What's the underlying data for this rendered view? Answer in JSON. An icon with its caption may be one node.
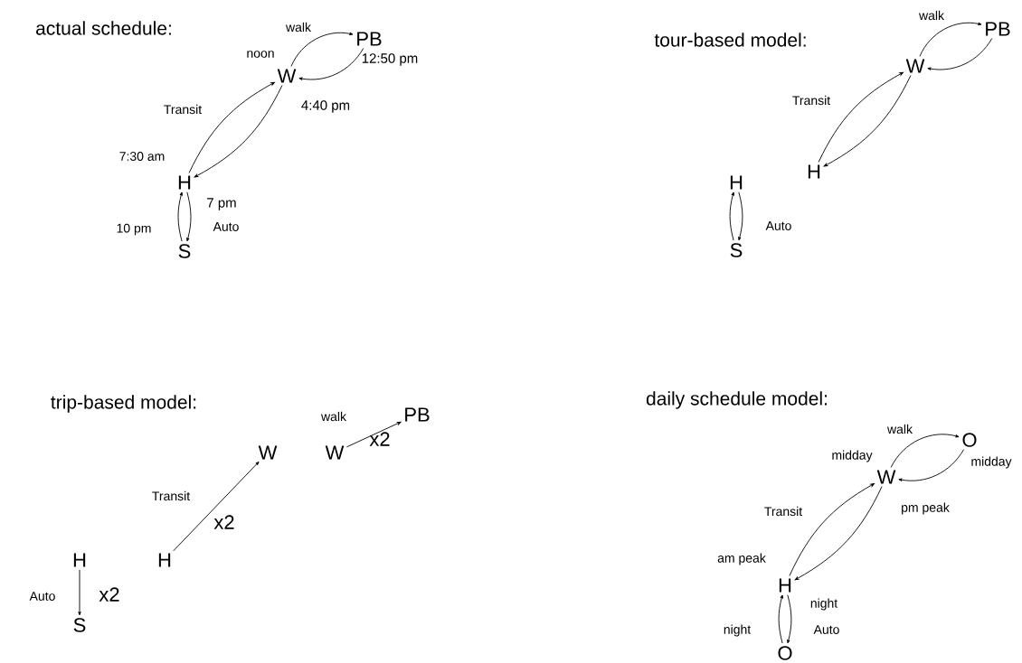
{
  "diagram": {
    "nodes": [
      {
        "text": [
          "PB"
        ]
      },
      {
        "text": [
          "W"
        ]
      },
      {
        "text": [
          "H"
        ]
      },
      {
        "text": [
          "S"
        ]
      },
      {
        "text": [
          "PB"
        ]
      },
      {
        "text": [
          "W"
        ]
      },
      {
        "text": [
          "H"
        ]
      },
      {
        "text": [
          "H"
        ]
      },
      {
        "text": [
          "S"
        ]
      },
      {
        "text": [
          "H"
        ]
      },
      {
        "text": [
          "S"
        ]
      },
      {
        "text": [
          "H"
        ]
      },
      {
        "text": [
          "W"
        ]
      },
      {
        "text": [
          "W"
        ]
      },
      {
        "text": [
          "PB"
        ]
      },
      {
        "text": [
          "O"
        ]
      },
      {
        "text": [
          "W"
        ]
      },
      {
        "text": [
          "H"
        ]
      },
      {
        "text": [
          "O"
        ]
      }
    ],
    "edges": [
      {
        "from": 1,
        "to": 0,
        "arrow": "to",
        "label": "walk"
      },
      {
        "from": 0,
        "to": 1,
        "arrow": "to"
      },
      {
        "from": 2,
        "to": 1,
        "arrow": "to",
        "label": "Transit"
      },
      {
        "from": 1,
        "to": 2,
        "arrow": "to"
      },
      {
        "from": 2,
        "to": 3,
        "arrow": "to",
        "label": "Auto"
      },
      {
        "from": 3,
        "to": 2,
        "arrow": "to"
      },
      {
        "from": 5,
        "to": 4,
        "arrow": "to",
        "label": "walk"
      },
      {
        "from": 4,
        "to": 5,
        "arrow": "to"
      },
      {
        "from": 6,
        "to": 5,
        "arrow": "to",
        "label": "Transit"
      },
      {
        "from": 5,
        "to": 6,
        "arrow": "to"
      },
      {
        "from": 7,
        "to": 8,
        "arrow": "to",
        "label": "Auto"
      },
      {
        "from": 8,
        "to": 7,
        "arrow": "to"
      },
      {
        "from": 9,
        "to": 10,
        "arrow": "to",
        "label": "Auto"
      },
      {
        "from": 11,
        "to": 12,
        "arrow": "to",
        "label": "Transit"
      },
      {
        "from": 13,
        "to": 14,
        "arrow": "to",
        "label": "walk"
      },
      {
        "from": 16,
        "to": 15,
        "arrow": "to",
        "label": "walk"
      },
      {
        "from": 15,
        "to": 16,
        "arrow": "to"
      },
      {
        "from": 17,
        "to": 16,
        "arrow": "to",
        "label": "Transit"
      },
      {
        "from": 16,
        "to": 17,
        "arrow": "to"
      },
      {
        "from": 17,
        "to": 18,
        "arrow": "to",
        "label": "Auto"
      },
      {
        "from": 18,
        "to": 17,
        "arrow": "to"
      }
    ],
    "labels": [
      "actual schedule:",
      "noon",
      "12:50 pm",
      "4:40 pm",
      "7:30 am",
      "7 pm",
      "10 pm",
      "tour-based model:",
      "trip-based model:",
      "x2",
      "x2",
      "x2",
      "daily schedule model:",
      "midday",
      "midday",
      "pm peak",
      "am peak",
      "night",
      "night"
    ]
  }
}
